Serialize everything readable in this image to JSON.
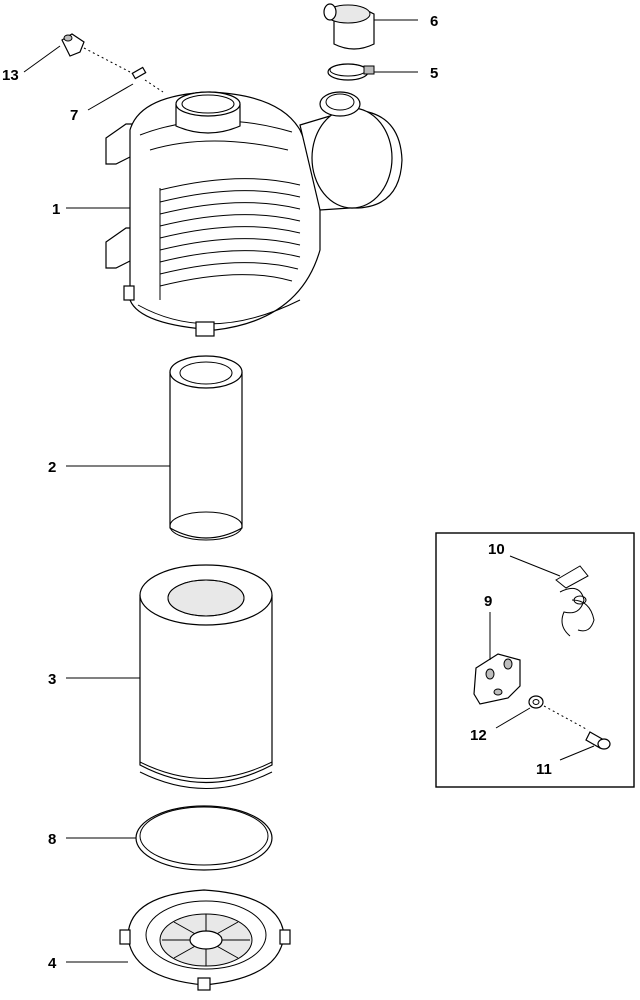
{
  "callouts": [
    {
      "id": "1",
      "label": "1"
    },
    {
      "id": "2",
      "label": "2"
    },
    {
      "id": "3",
      "label": "3"
    },
    {
      "id": "4",
      "label": "4"
    },
    {
      "id": "5",
      "label": "5"
    },
    {
      "id": "6",
      "label": "6"
    },
    {
      "id": "7",
      "label": "7"
    },
    {
      "id": "8",
      "label": "8"
    },
    {
      "id": "9",
      "label": "9"
    },
    {
      "id": "10",
      "label": "10"
    },
    {
      "id": "11",
      "label": "11"
    },
    {
      "id": "12",
      "label": "12"
    },
    {
      "id": "13",
      "label": "13"
    }
  ],
  "colors": {
    "line": "#000000",
    "background": "#ffffff",
    "shade": "#e8e8e8"
  }
}
